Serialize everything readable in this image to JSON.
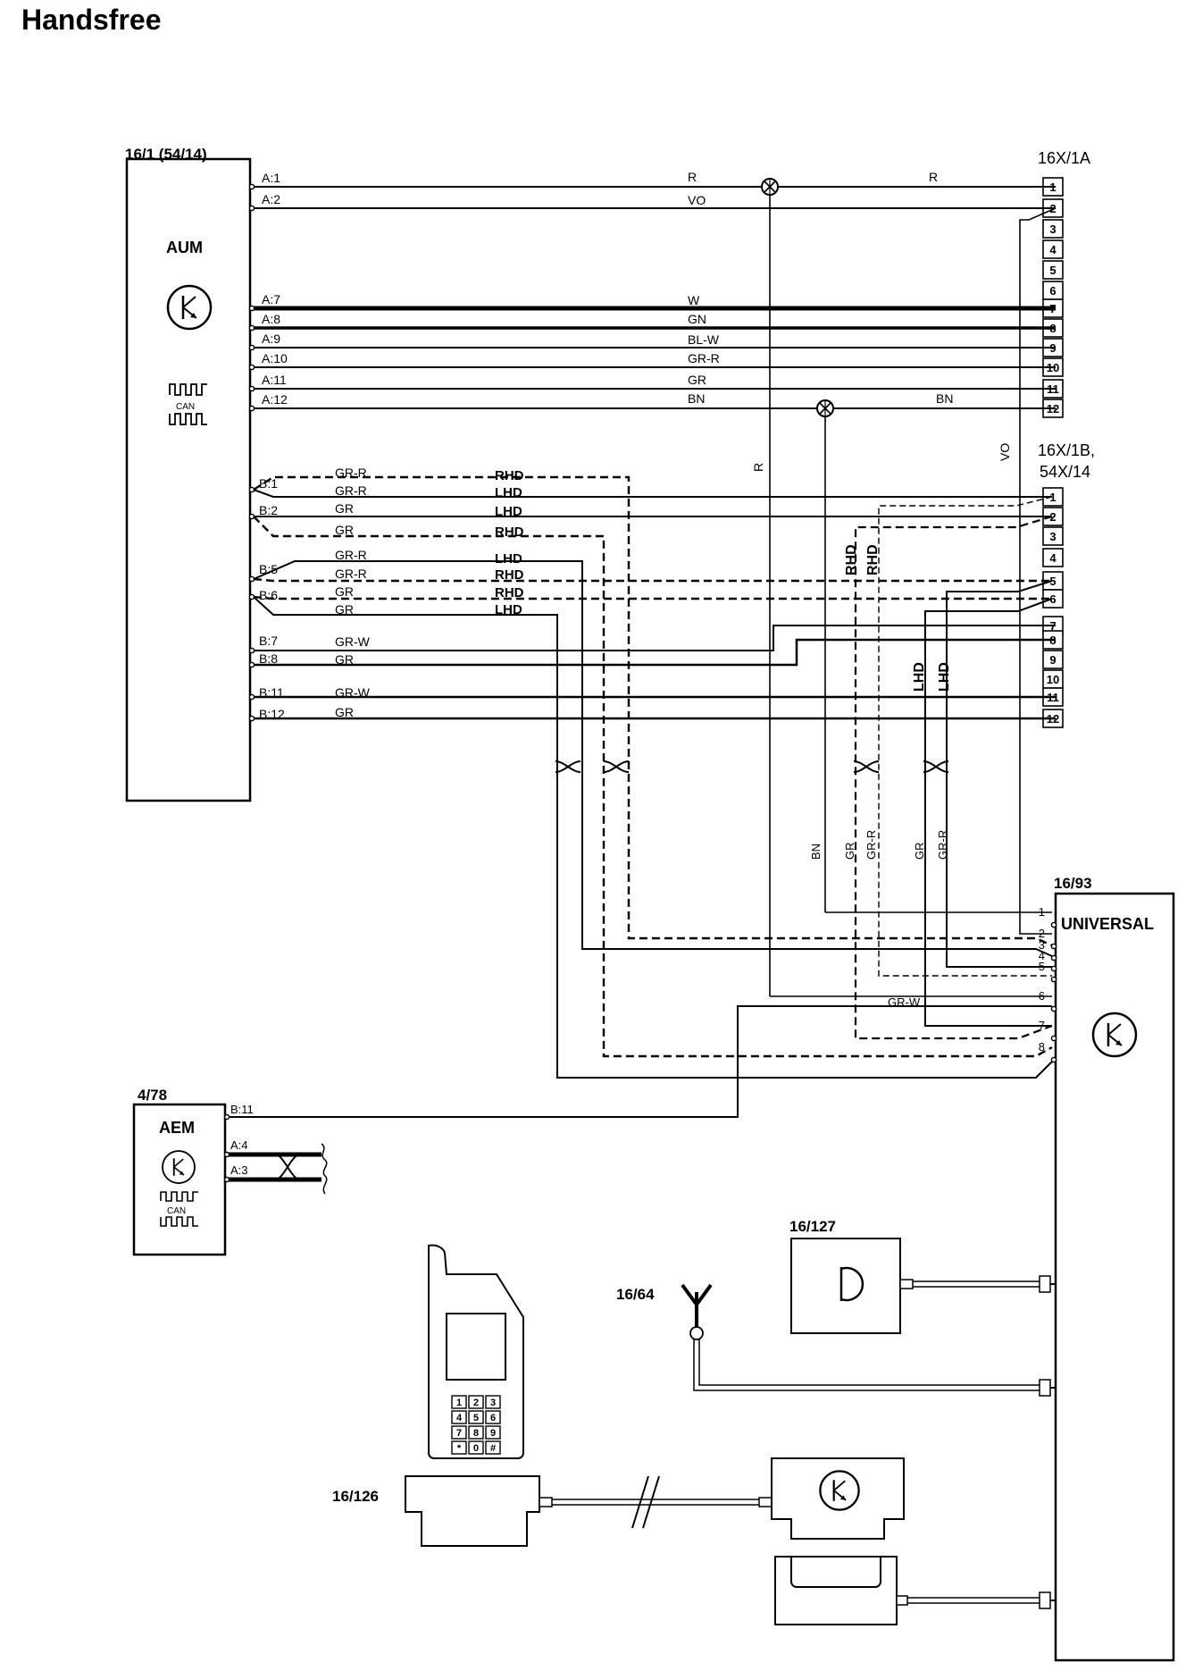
{
  "title": "Handsfree",
  "aum": {
    "id": "16/1 (54/14)",
    "name": "AUM",
    "can": "CAN",
    "pins": [
      "A:1",
      "A:2",
      "A:7",
      "A:8",
      "A:9",
      "A:10",
      "A:11",
      "A:12",
      "B:1",
      "B:2",
      "B:5",
      "B:6",
      "B:7",
      "B:8",
      "B:11",
      "B:12"
    ]
  },
  "connector_a": {
    "id": "16X/1A",
    "pins": [
      "1",
      "2",
      "3",
      "4",
      "5",
      "6",
      "7",
      "8",
      "9",
      "10",
      "11",
      "12"
    ],
    "wires": [
      "R",
      "VO",
      "W",
      "GN",
      "BL-W",
      "GR-R",
      "GR",
      "BN"
    ],
    "wire_r_right": "R",
    "wire_bn_right": "BN"
  },
  "connector_b": {
    "id_line1": "16X/1B,",
    "id_line2": "54X/14",
    "pins": [
      "1",
      "2",
      "3",
      "4",
      "5",
      "6",
      "7",
      "8",
      "9",
      "10",
      "11",
      "12"
    ]
  },
  "b_wires": {
    "colors": [
      "GR-R",
      "GR-R",
      "GR",
      "GR",
      "GR-R",
      "GR-R",
      "GR",
      "GR",
      "GR-W",
      "GR",
      "GR-W",
      "GR"
    ],
    "variants": [
      "RHD",
      "LHD",
      "LHD",
      "RHD",
      "LHD",
      "RHD",
      "RHD",
      "LHD"
    ]
  },
  "vertical_labels": {
    "vo": "VO",
    "r": "R",
    "rhd1": "RHD",
    "rhd2": "RHD",
    "lhd1": "LHD",
    "lhd2": "LHD",
    "bottom": [
      "BN",
      "GR",
      "GR-R",
      "GR",
      "GR-R"
    ]
  },
  "universal": {
    "id": "16/93",
    "name": "UNIVERSAL",
    "pins": [
      "1",
      "2",
      "3",
      "4",
      "5",
      "6",
      "7",
      "8"
    ],
    "gr_w": "GR-W"
  },
  "aem": {
    "id": "4/78",
    "name": "AEM",
    "can": "CAN",
    "pins": [
      "B:11",
      "A:4",
      "A:3"
    ]
  },
  "mic": {
    "id": "16/127"
  },
  "antenna": {
    "id": "16/64"
  },
  "phone": {
    "id": "16/126",
    "keys": [
      "1",
      "2",
      "3",
      "4",
      "5",
      "6",
      "7",
      "8",
      "9",
      "*",
      "0",
      "#"
    ]
  }
}
